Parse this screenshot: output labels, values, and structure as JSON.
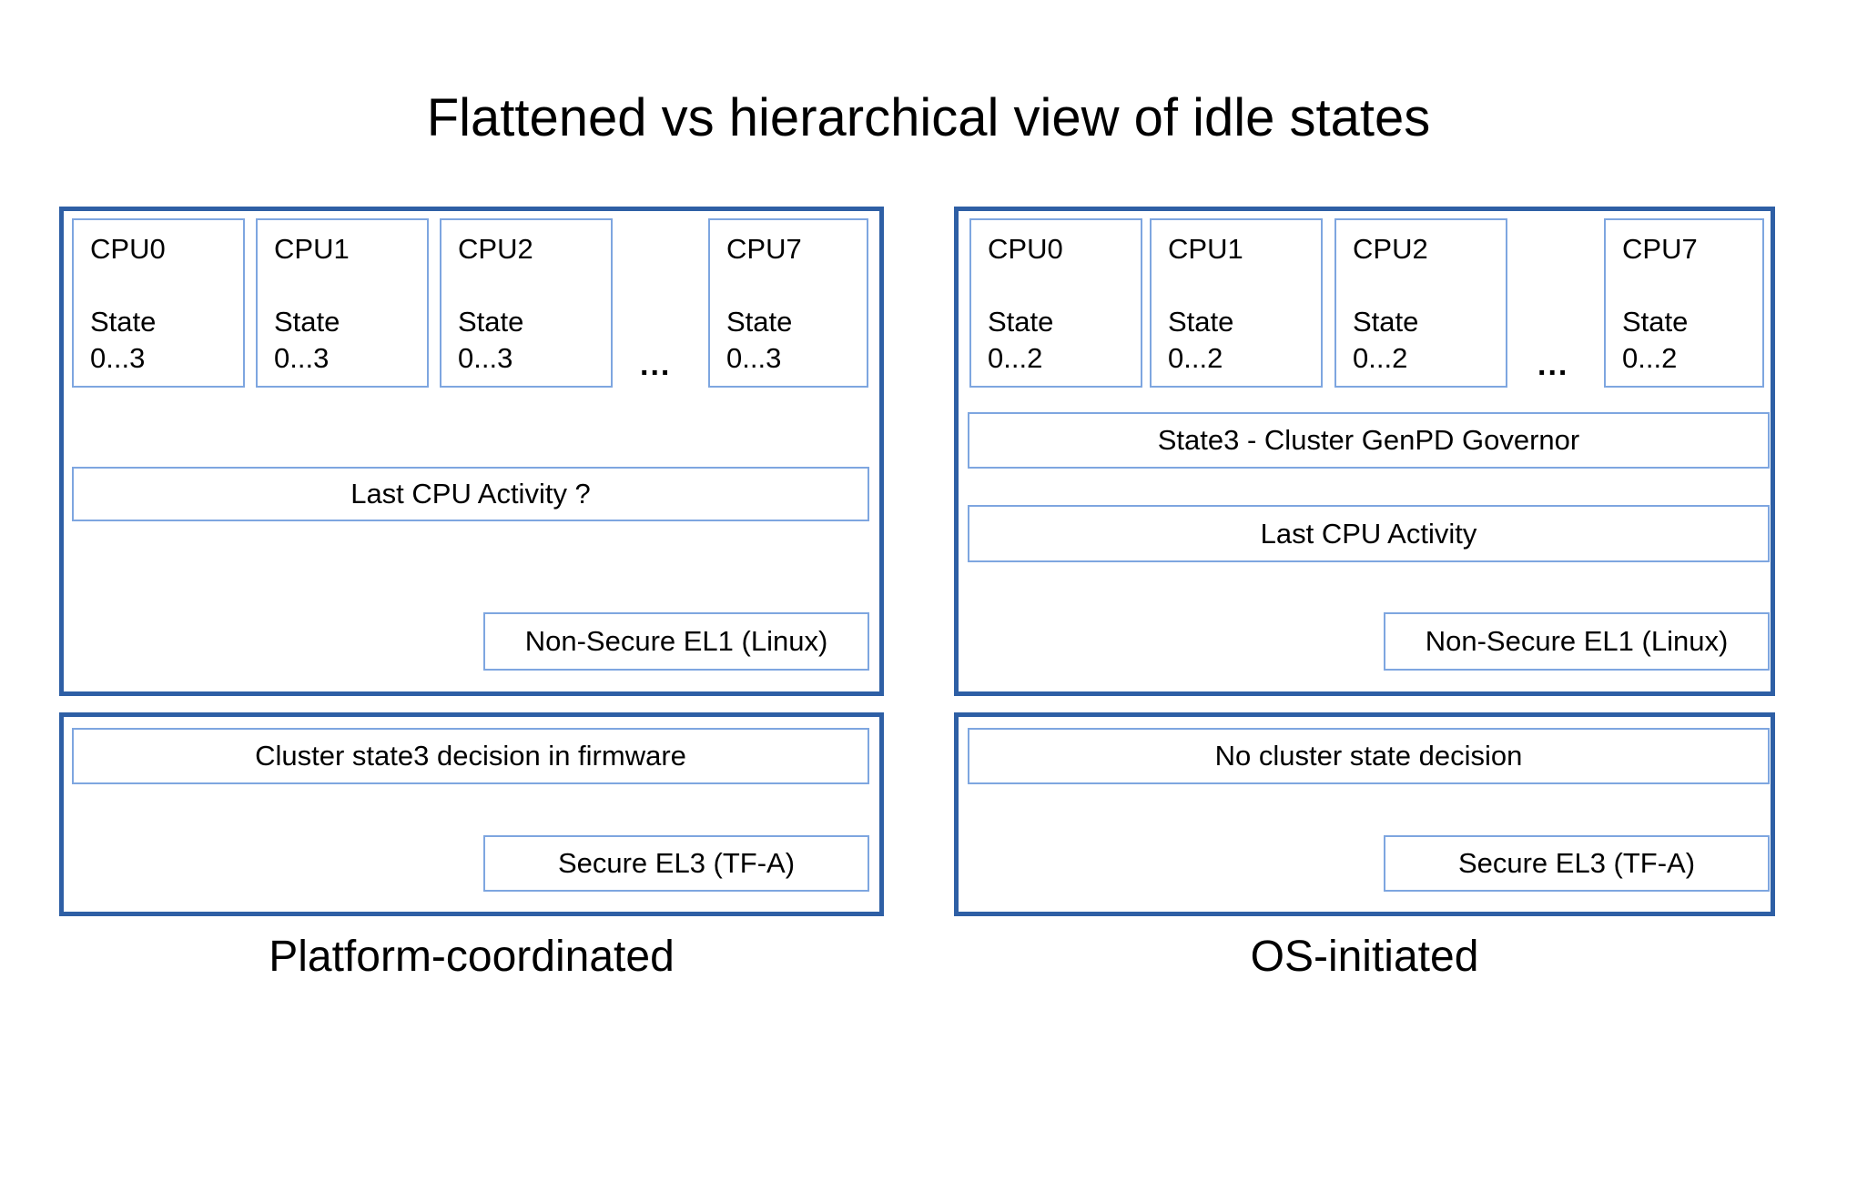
{
  "title": "Flattened vs hierarchical view of idle states",
  "colors": {
    "panel_border": "#2E5FA5",
    "box_border": "#7EA6E0",
    "text": "#000000",
    "background": "#FFFFFF"
  },
  "left": {
    "caption": "Platform-coordinated",
    "cpus": [
      {
        "name": "CPU0",
        "state_label": "State",
        "state_range": "0...3"
      },
      {
        "name": "CPU1",
        "state_label": "State",
        "state_range": "0...3"
      },
      {
        "name": "CPU2",
        "state_label": "State",
        "state_range": "0...3"
      },
      {
        "name": "CPU7",
        "state_label": "State",
        "state_range": "0...3"
      }
    ],
    "ellipsis": "...",
    "activity_box": "Last CPU Activity ?",
    "el1_box": "Non-Secure EL1 (Linux)",
    "firmware_box": "Cluster state3 decision in firmware",
    "el3_box": "Secure EL3 (TF-A)"
  },
  "right": {
    "caption": "OS-initiated",
    "cpus": [
      {
        "name": "CPU0",
        "state_label": "State",
        "state_range": "0...2"
      },
      {
        "name": "CPU1",
        "state_label": "State",
        "state_range": "0...2"
      },
      {
        "name": "CPU2",
        "state_label": "State",
        "state_range": "0...2"
      },
      {
        "name": "CPU7",
        "state_label": "State",
        "state_range": "0...2"
      }
    ],
    "ellipsis": "...",
    "governor_box": "State3 - Cluster GenPD Governor",
    "activity_box": "Last CPU Activity",
    "el1_box": "Non-Secure EL1 (Linux)",
    "cluster_box": "No cluster state decision",
    "el3_box": "Secure EL3 (TF-A)"
  }
}
